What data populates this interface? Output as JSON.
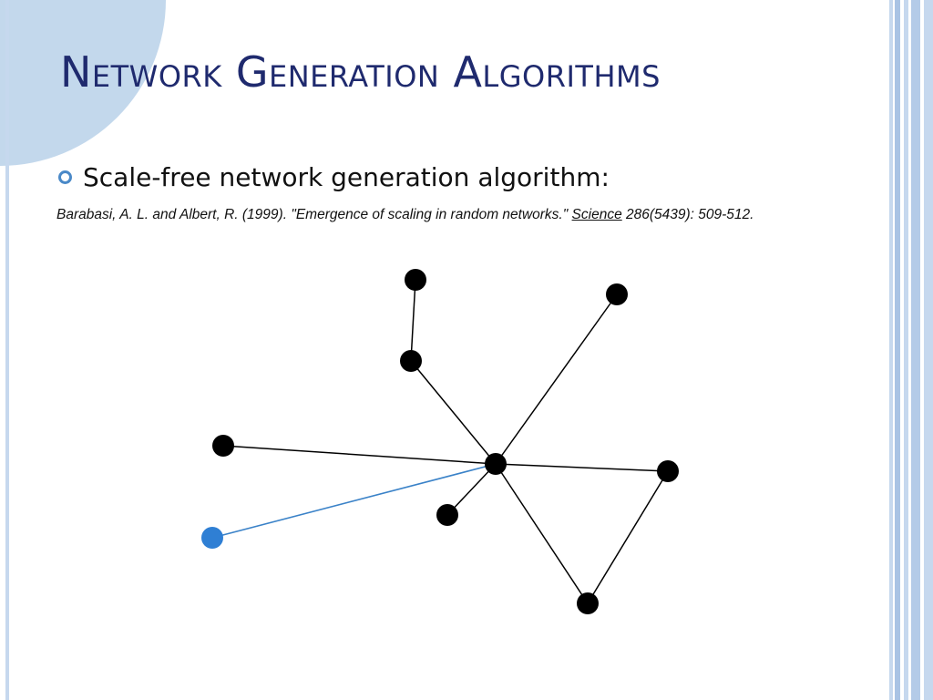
{
  "slide": {
    "title": "Network Generation Algorithms",
    "bullet": "Scale-free network generation algorithm:",
    "citation": {
      "before": "Barabasi, A. L. and Albert, R. (1999). \"Emergence of scaling in random networks.\" ",
      "journal": "Science",
      "after": " 286(5439): 509-512."
    }
  },
  "colors": {
    "title": "#1f2a6e",
    "node": "#000000",
    "new_node": "#2f7fd4",
    "new_edge": "#3a82c8",
    "edge": "#000000",
    "circle": "#c3d8ec"
  },
  "network": {
    "nodes": [
      {
        "id": "hub",
        "new": false
      },
      {
        "id": "n1",
        "new": false
      },
      {
        "id": "n2",
        "new": false
      },
      {
        "id": "n3",
        "new": false
      },
      {
        "id": "n4",
        "new": false
      },
      {
        "id": "n5",
        "new": false
      },
      {
        "id": "n6",
        "new": false
      },
      {
        "id": "n7",
        "new": false
      },
      {
        "id": "new",
        "new": true
      }
    ],
    "edges": [
      {
        "from": "n1",
        "to": "n2",
        "new": false
      },
      {
        "from": "n2",
        "to": "hub",
        "new": false
      },
      {
        "from": "n3",
        "to": "hub",
        "new": false
      },
      {
        "from": "n4",
        "to": "hub",
        "new": false
      },
      {
        "from": "hub",
        "to": "n5",
        "new": false
      },
      {
        "from": "hub",
        "to": "n6",
        "new": false
      },
      {
        "from": "hub",
        "to": "n7",
        "new": false
      },
      {
        "from": "n5",
        "to": "n7",
        "new": false
      },
      {
        "from": "new",
        "to": "hub",
        "new": true
      }
    ]
  }
}
